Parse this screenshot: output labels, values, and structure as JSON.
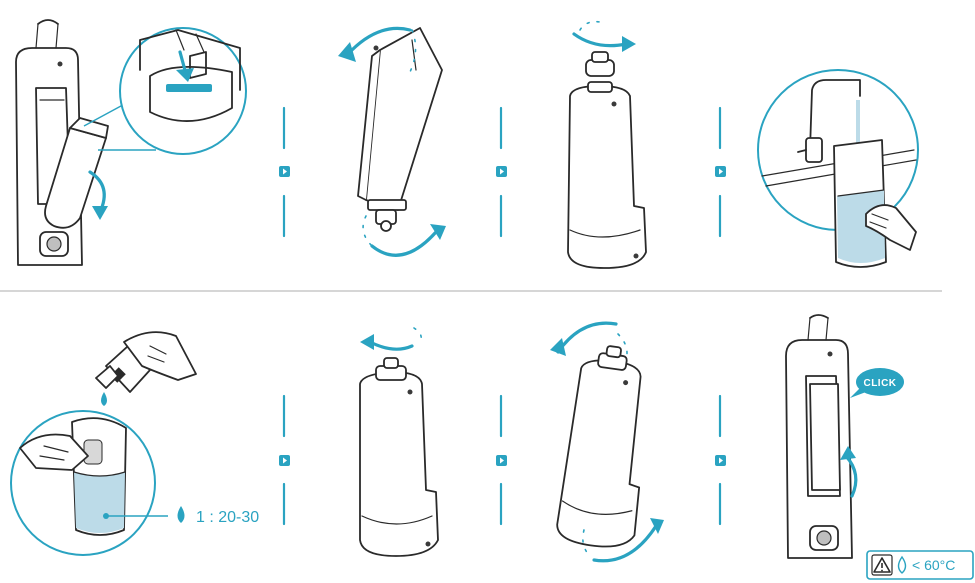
{
  "steps": {
    "click_label": "CLICK",
    "dilution_ratio": "1 : 20-30",
    "temperature_note": "< 60°C"
  },
  "colors": {
    "accent": "#2aa3c1",
    "line": "#2a2a2a",
    "water": "#bcdbe8",
    "divider": "#bdbdbd"
  },
  "icons": [
    "warning-icon",
    "water-drop-icon",
    "next-arrow-icon",
    "rotate-arrow-icon"
  ]
}
